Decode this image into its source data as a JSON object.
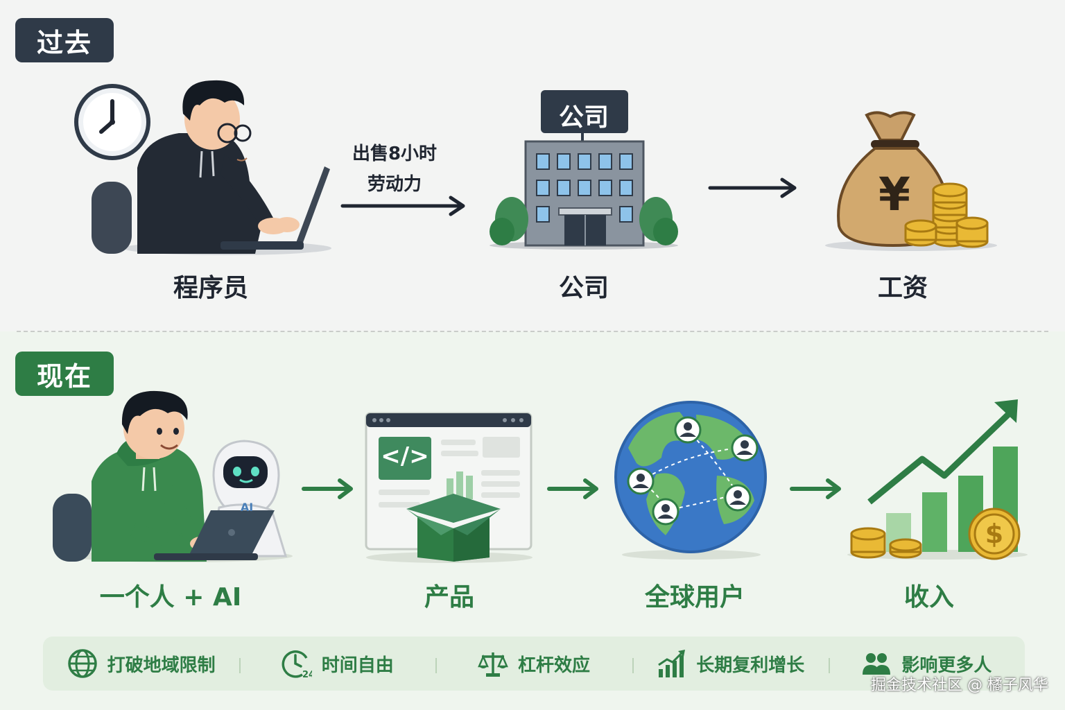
{
  "past": {
    "badge": "过去",
    "programmer_label": "程序员",
    "sell_text_line1": "出售8小时",
    "sell_text_line2": "劳动力",
    "company_sign": "公司",
    "company_label": "公司",
    "salary_label": "工资",
    "currency_symbol": "¥"
  },
  "now": {
    "badge": "现在",
    "person_ai_label": "一个人 + AI",
    "robot_chest": "AI",
    "product_label": "产品",
    "code_symbol": "</>",
    "users_label": "全球用户",
    "income_label": "收入",
    "coin_symbol": "$"
  },
  "benefits": [
    {
      "icon": "globe-icon",
      "label": "打破地域限制"
    },
    {
      "icon": "clock-24-icon",
      "label": "时间自由"
    },
    {
      "icon": "balance-scale-icon",
      "label": "杠杆效应"
    },
    {
      "icon": "growth-chart-icon",
      "label": "长期复利增长"
    },
    {
      "icon": "people-icon",
      "label": "影响更多人"
    }
  ],
  "watermark": "掘金技术社区 @ 橘子风华",
  "colors": {
    "dark": "#2f3a48",
    "green": "#2e7d45",
    "globe_blue": "#3a78c6",
    "gold": "#e9b935"
  }
}
